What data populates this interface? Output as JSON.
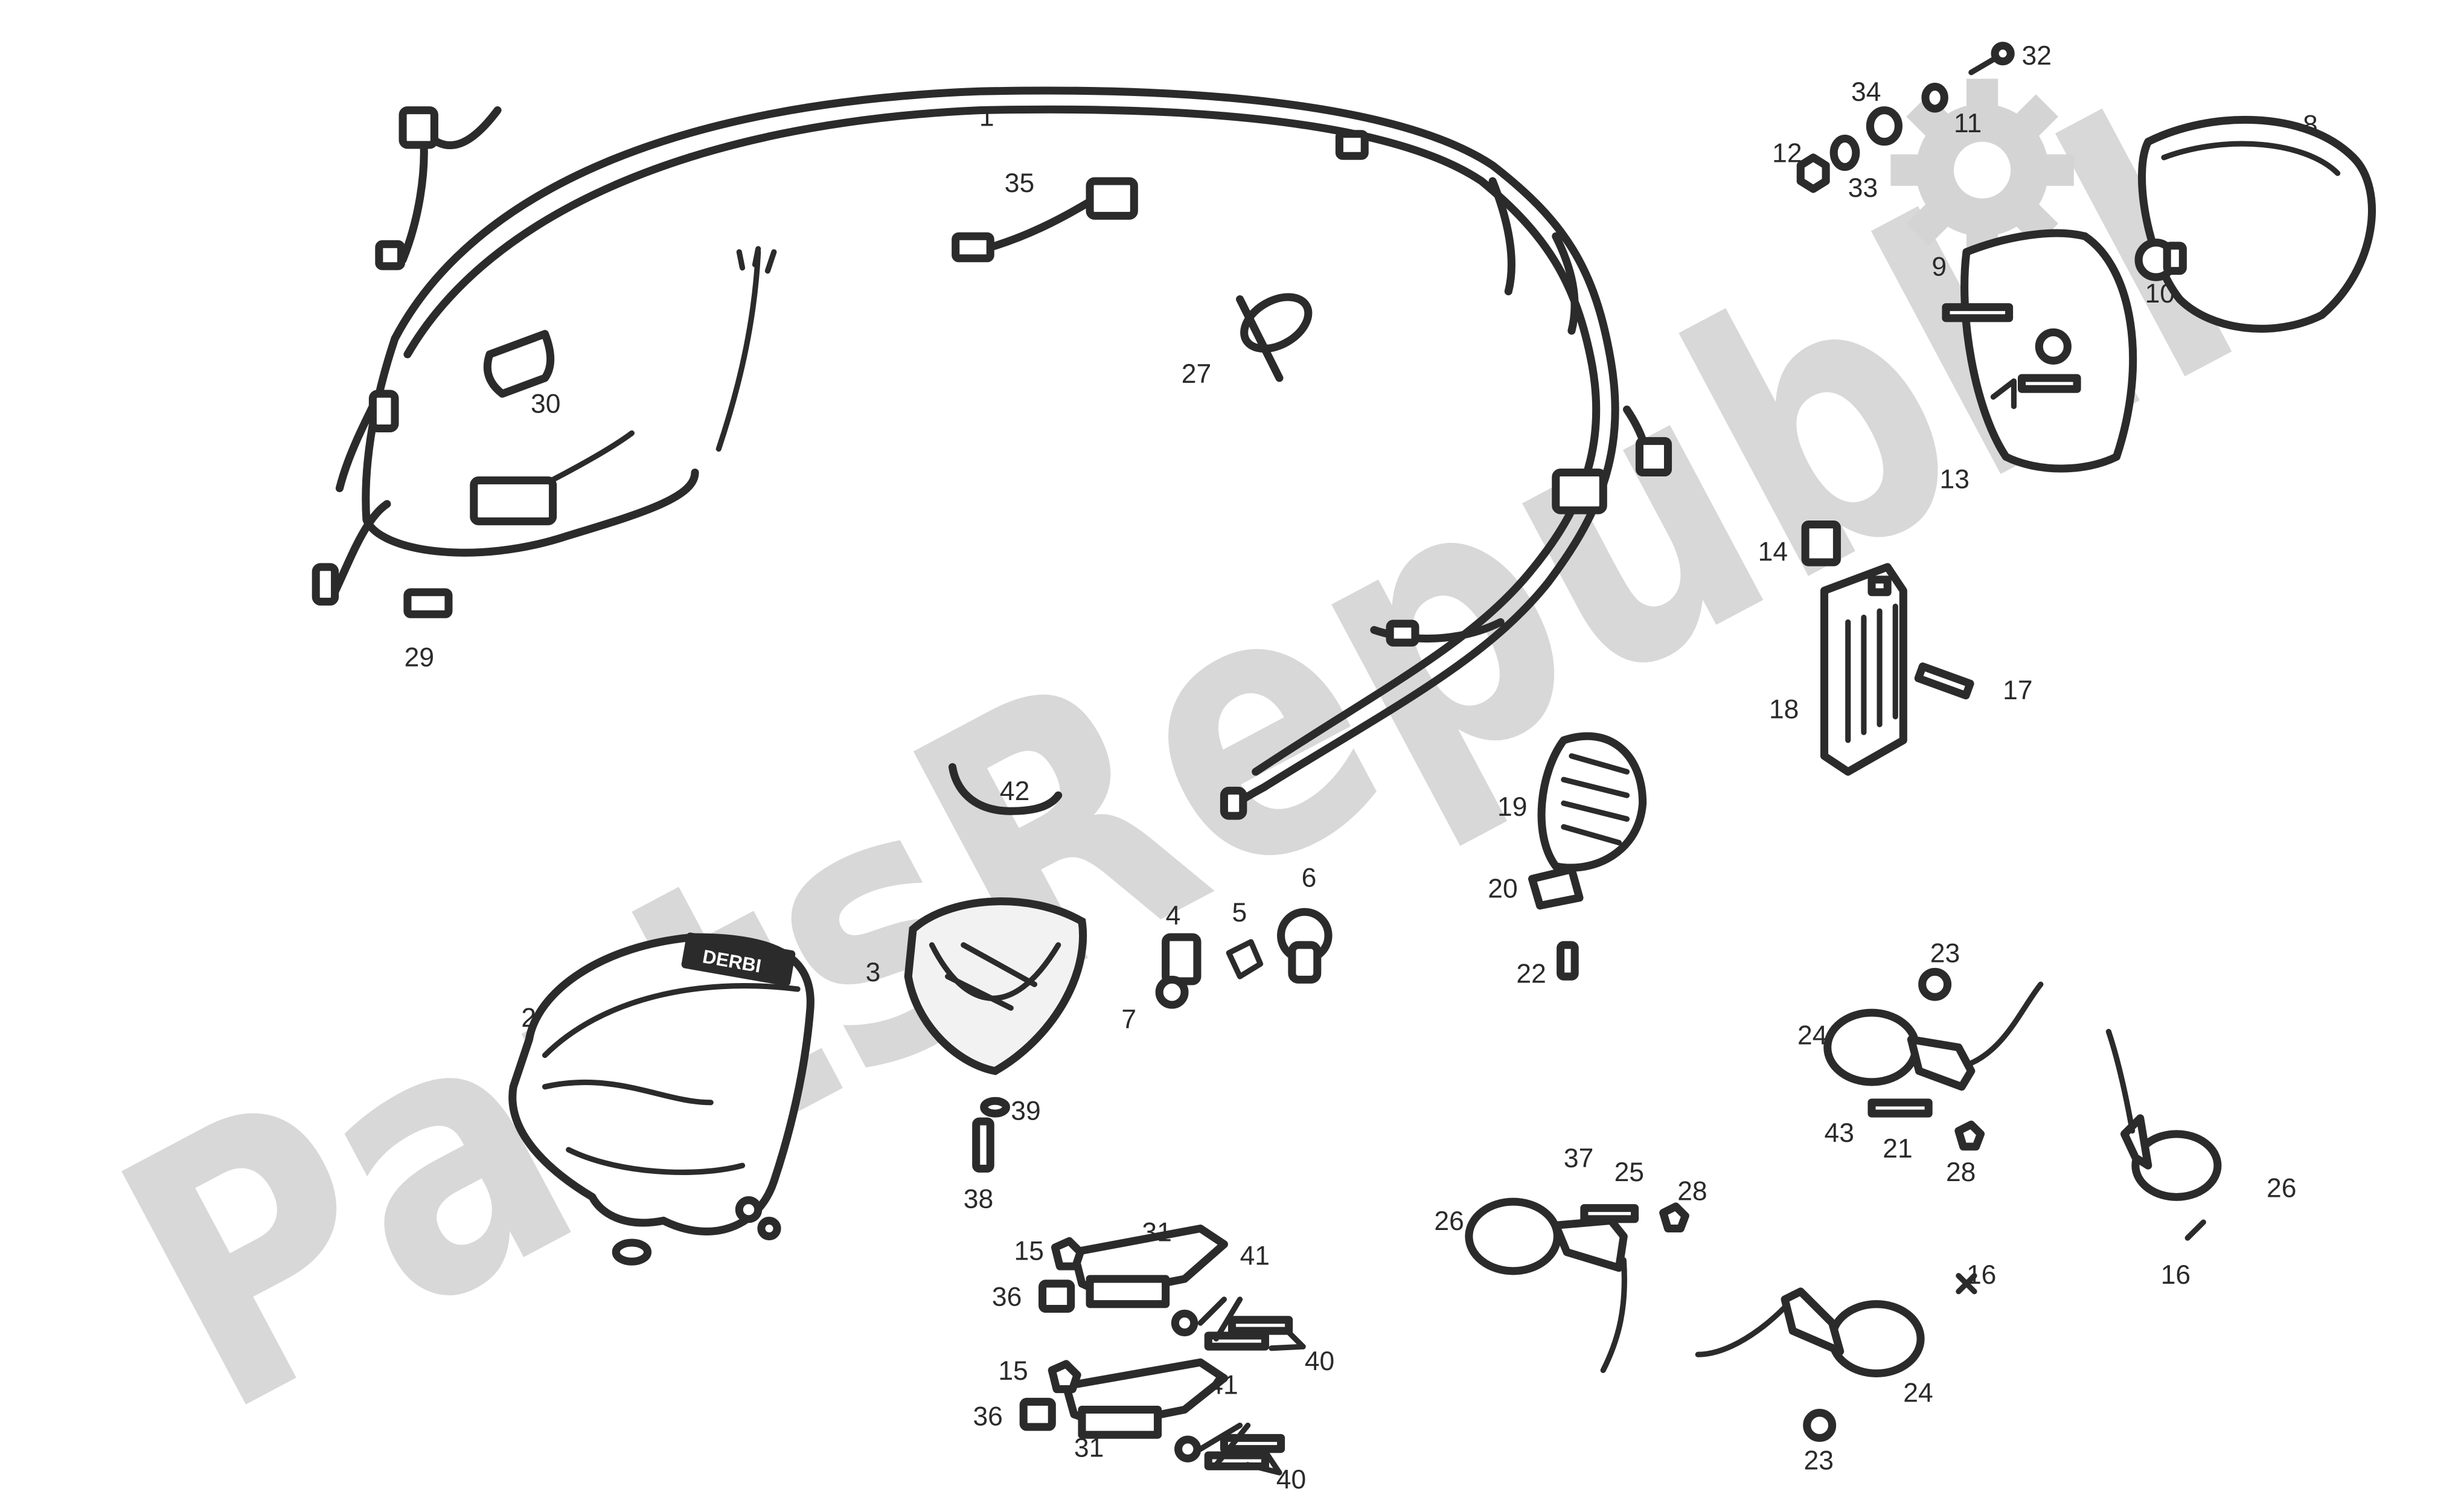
{
  "watermark": "PartsRepublik",
  "brand_badge": "DERBI",
  "part_numbers": [
    "1",
    "2",
    "3",
    "4",
    "5",
    "6",
    "7",
    "8",
    "9",
    "10",
    "11",
    "12",
    "13",
    "14",
    "15",
    "15",
    "16",
    "16",
    "17",
    "18",
    "19",
    "20",
    "21",
    "22",
    "23",
    "23",
    "24",
    "24",
    "25",
    "26",
    "26",
    "27",
    "28",
    "28",
    "29",
    "30",
    "31",
    "31",
    "32",
    "33",
    "34",
    "35",
    "36",
    "36",
    "37",
    "38",
    "39",
    "40",
    "40",
    "41",
    "41",
    "42",
    "43"
  ],
  "colors": {
    "line": "#2b2b2b",
    "watermark": "#d4d4d4",
    "background": "#ffffff"
  }
}
